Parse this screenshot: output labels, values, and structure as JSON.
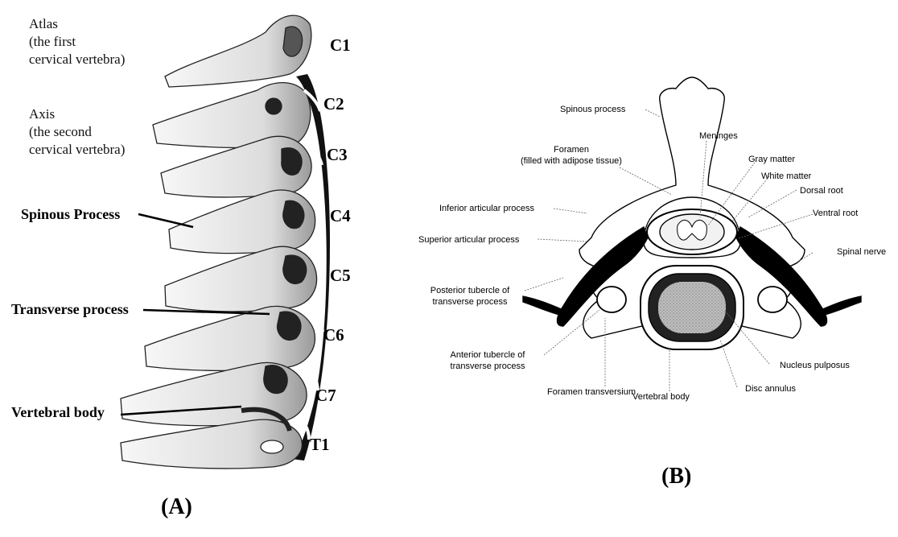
{
  "panel_a": {
    "panel_label": "(A)",
    "atlas": [
      "Atlas",
      "(the first",
      "cervical vertebra)"
    ],
    "axis": [
      "Axis",
      "(the second",
      "cervical vertebra)"
    ],
    "spinous_process": "Spinous Process",
    "transverse_process": "Transverse process",
    "vertebral_body": "Vertebral body",
    "levels": [
      "C1",
      "C2",
      "C3",
      "C4",
      "C5",
      "C6",
      "C7",
      "T1"
    ]
  },
  "panel_b": {
    "panel_label": "(B)",
    "spinous_process": "Spinous process",
    "meninges": "Meninges",
    "foramen": [
      "Foramen",
      "(filled with adipose tissue)"
    ],
    "gray_matter": "Gray matter",
    "white_matter": "White matter",
    "dorsal_root": "Dorsal root",
    "inferior_articular_process": "Inferior articular process",
    "ventral_root": "Ventral root",
    "superior_articular_process": "Superior articular process",
    "spinal_nerve": "Spinal nerve",
    "posterior_tubercle": [
      "Posterior tubercle of",
      "transverse process"
    ],
    "anterior_tubercle": [
      "Anterior tubercle of",
      "transverse process"
    ],
    "nucleus_pulposus": "Nucleus pulposus",
    "foramen_transversium": "Foramen transversium",
    "vertebral_body": "Vertebral body",
    "disc_annulus": "Disc annulus"
  }
}
